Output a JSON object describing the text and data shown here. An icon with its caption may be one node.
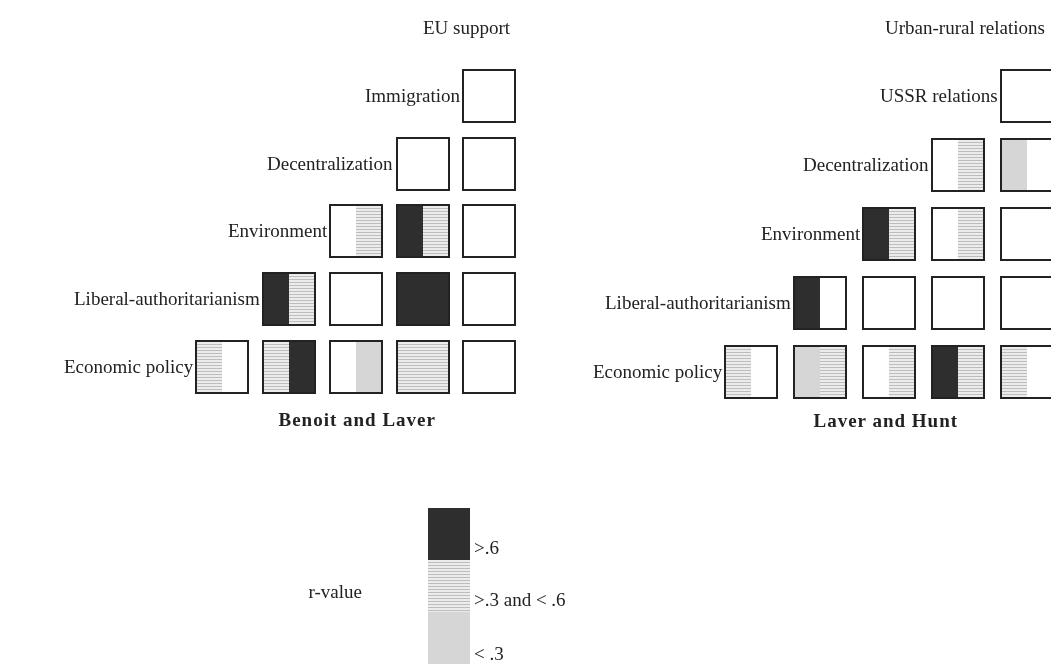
{
  "diagram": {
    "nodes": [
      {
        "text": [],
        "shape": "box"
      },
      {
        "text": [],
        "shape": "box"
      },
      {
        "text": [],
        "shape": "box"
      },
      {
        "text": [],
        "shape": "box"
      },
      {
        "text": [],
        "shape": "box"
      },
      {
        "text": [],
        "shape": "box"
      },
      {
        "text": [],
        "shape": "box"
      },
      {
        "text": [],
        "shape": "box"
      },
      {
        "text": [],
        "shape": "box"
      },
      {
        "text": [],
        "shape": "box"
      },
      {
        "text": [],
        "shape": "box"
      },
      {
        "text": [],
        "shape": "box"
      },
      {
        "text": [],
        "shape": "box"
      },
      {
        "text": [],
        "shape": "box"
      },
      {
        "text": [],
        "shape": "box"
      },
      {
        "text": [],
        "shape": "box"
      },
      {
        "text": [],
        "shape": "box"
      },
      {
        "text": [],
        "shape": "box"
      },
      {
        "text": [],
        "shape": "box"
      },
      {
        "text": [],
        "shape": "box"
      },
      {
        "text": [],
        "shape": "box"
      },
      {
        "text": [],
        "shape": "box"
      },
      {
        "text": [],
        "shape": "box"
      },
      {
        "text": [],
        "shape": "box"
      },
      {
        "text": [],
        "shape": "box"
      },
      {
        "text": [],
        "shape": "box"
      },
      {
        "text": [],
        "shape": "box"
      },
      {
        "text": [],
        "shape": "box"
      },
      {
        "text": [],
        "shape": "box"
      },
      {
        "text": [],
        "shape": "box"
      }
    ],
    "labels": [
      "EU support",
      "Urban-rural relations",
      "Immigration",
      "USSR relations",
      "Decentralization",
      "Decentralization",
      "Environment",
      "Environment",
      "Liberal-authoritarianism",
      "Liberal-authoritarianism",
      "Economic policy",
      "Economic policy",
      "Benoit and Laver",
      "Laver and Hunt",
      "r-value"
    ],
    "legend": [
      {
        "text": ">.6",
        "color": "#2e2e2e"
      },
      {
        "text": ">.3 and < .6",
        "color": "#ececec"
      },
      {
        "text": "< .3",
        "color": "#d6d6d6"
      }
    ]
  }
}
